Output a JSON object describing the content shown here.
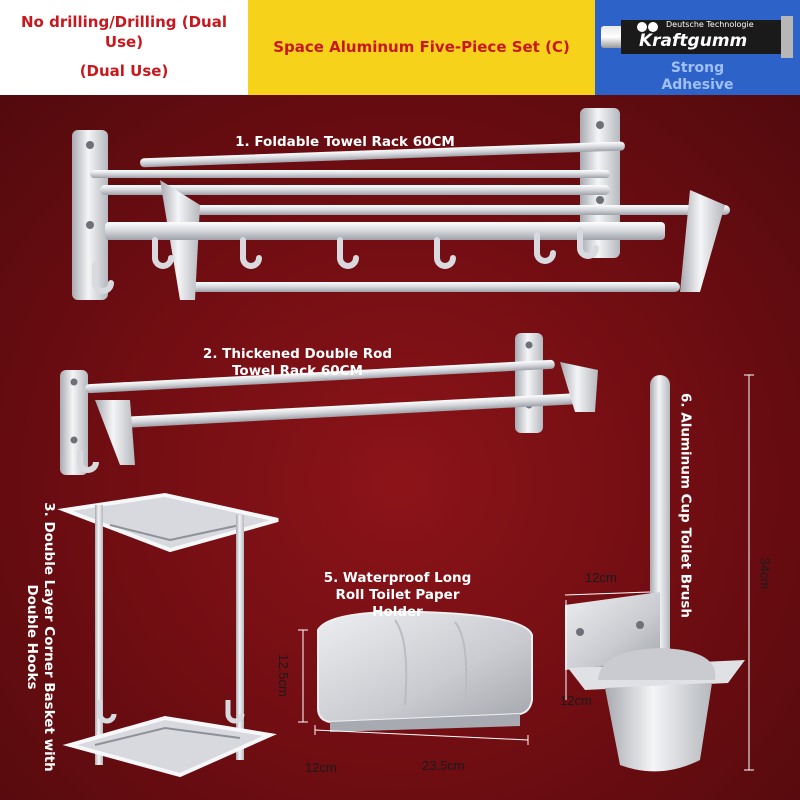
{
  "header": {
    "left_line1": "No drilling/Drilling (Dual",
    "left_line2": "Use)",
    "left_line3": "(Dual Use)",
    "center_title": "Space Aluminum Five-Piece Set (C)",
    "adhesive_brand": "Kraftgumm",
    "adhesive_small": "Deutsche Technologie",
    "adhesive_label_1": "Strong",
    "adhesive_label_2": "Adhesive"
  },
  "items": {
    "item1": "1. Foldable Towel Rack 60CM",
    "item2_line1": "2. Thickened Double Rod",
    "item2_line2": "Towel Rack 60CM",
    "item3_line1": "3. Double Layer Corner Basket with",
    "item3_line2": "Double Hooks",
    "item5_line1": "5. Waterproof Long",
    "item5_line2": "Roll Toilet Paper",
    "item5_line3": "Holder",
    "item6": "6. Aluminum Cup Toilet Brush"
  },
  "dimensions": {
    "paper_height": "12.5cm",
    "paper_depth": "12cm",
    "paper_width": "23.5cm",
    "brush_top_width": "12cm",
    "brush_base_width": "12cm",
    "brush_height": "34cm"
  },
  "colors": {
    "background": "#6a0f14",
    "header_yellow": "#f6d21b",
    "header_blue": "#2d63c9",
    "header_red_text": "#c8181e",
    "aluminum": "#d9dbe0"
  }
}
